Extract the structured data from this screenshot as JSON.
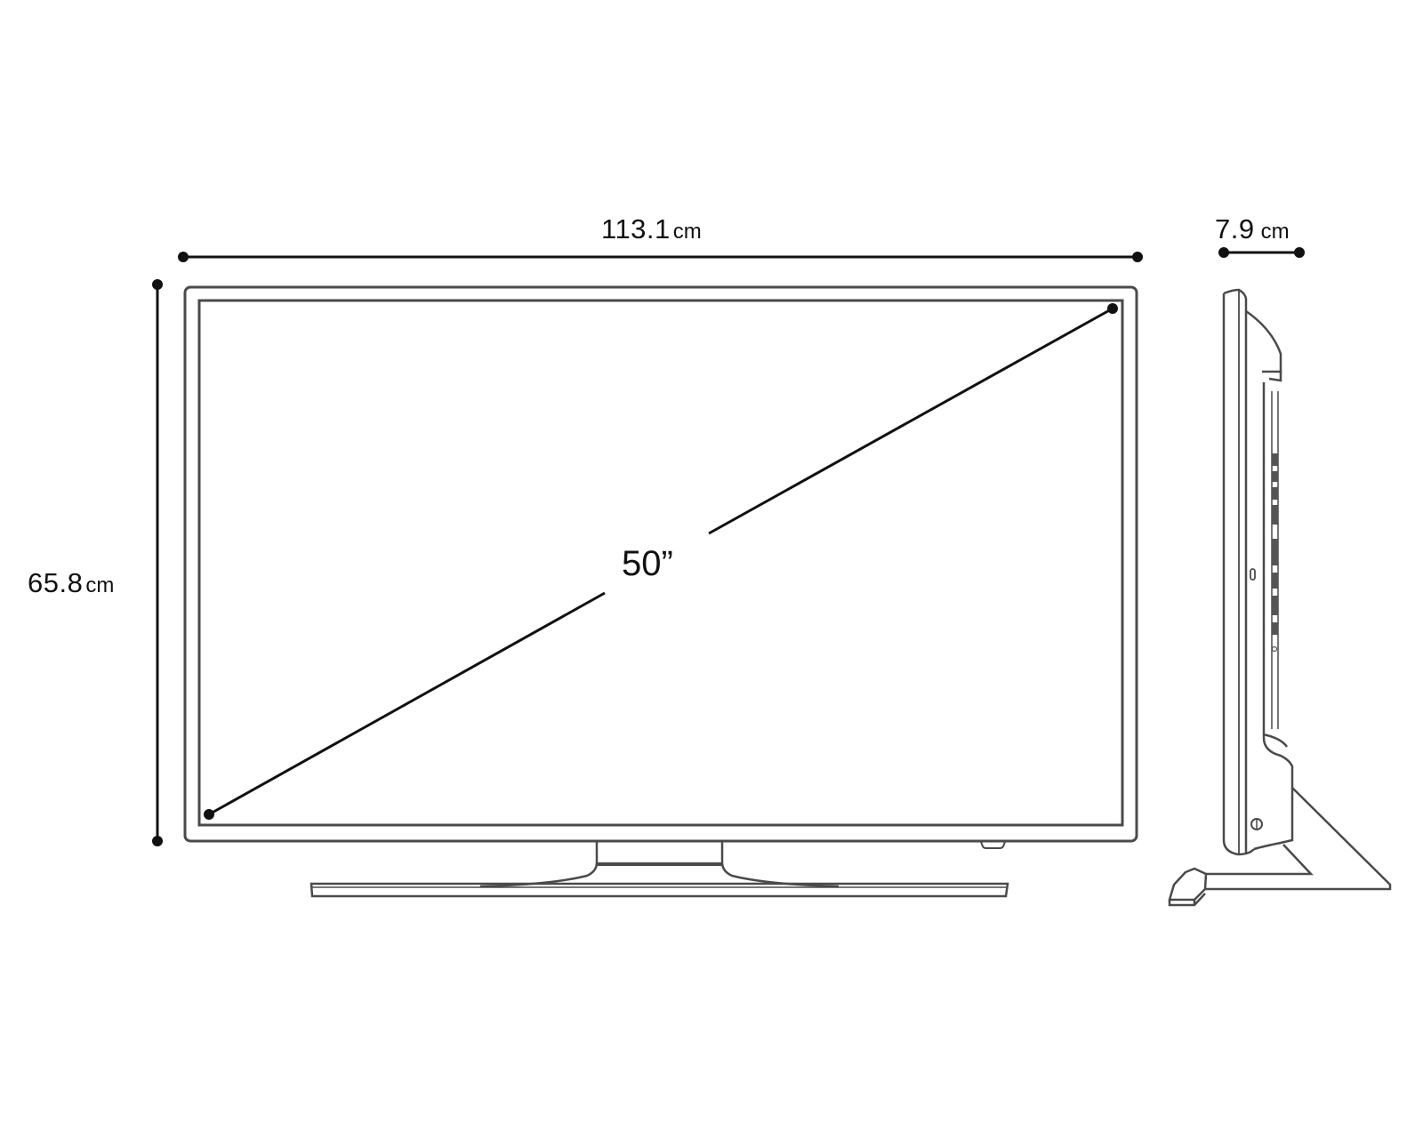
{
  "diagram": {
    "type": "product-dimensions",
    "subject": "television",
    "views": [
      "front",
      "side"
    ],
    "colors": {
      "background": "#ffffff",
      "dimension_line": "#111111",
      "outline": "#4a4a4a"
    }
  },
  "dimensions": {
    "width": {
      "value": "113.1",
      "unit": "cm"
    },
    "height": {
      "value": "65.8",
      "unit": "cm"
    },
    "depth": {
      "value": "7.9",
      "unit": "cm"
    },
    "diagonal": {
      "value": "50”"
    }
  }
}
